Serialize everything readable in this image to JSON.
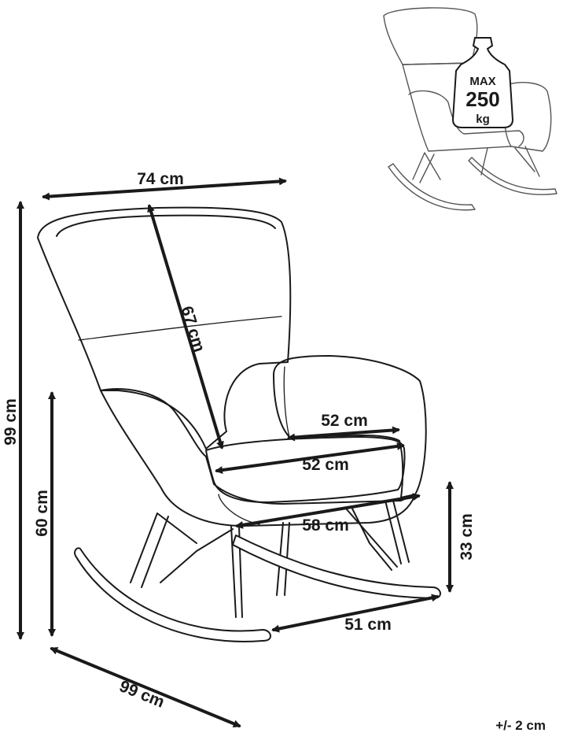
{
  "dimensions": {
    "total_width": "74 cm",
    "total_height": "99 cm",
    "backrest_height": "67 cm",
    "armrest_height": "60 cm",
    "seat_width": "52 cm",
    "seat_depth": "52 cm",
    "seat_base_width": "58 cm",
    "seat_height": "33 cm",
    "rocker_span": "51 cm",
    "total_depth": "99 cm"
  },
  "max_load": {
    "label": "MAX",
    "value": "250",
    "unit": "kg"
  },
  "tolerance": "+/- 2 cm",
  "colors": {
    "line": "#1a1a1a"
  }
}
